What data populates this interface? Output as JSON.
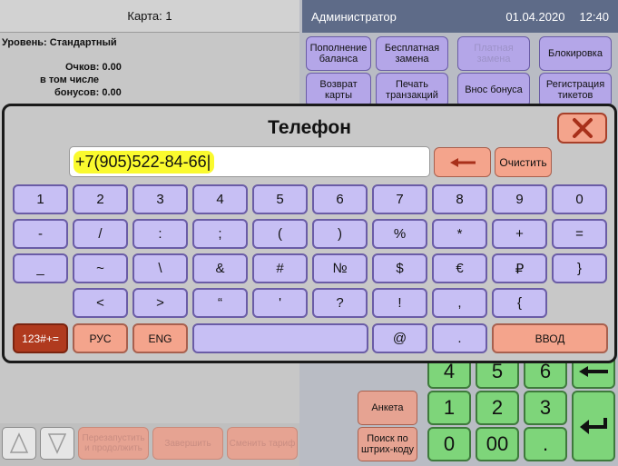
{
  "left": {
    "header": "Карта: 1",
    "level": "Уровень: Стандартный",
    "points": "Очков: 0.00",
    "including": "в том числе",
    "bonuses": "бонусов: 0.00",
    "footer_buttons": [
      "Перезапустить и продолжить",
      "Завершить",
      "Сменить тариф"
    ]
  },
  "right": {
    "user": "Администратор",
    "date": "01.04.2020",
    "time": "12:40",
    "actions_row1": [
      "Пополнение баланса",
      "Бесплатная замена",
      "Платная замена",
      "Блокировка"
    ],
    "actions_row2": [
      "Возврат карты",
      "Печать транзакций",
      "Внос бонуса",
      "Регистрация тикетов"
    ],
    "anketa": "Анкета",
    "barcode_search": "Поиск по штрих-коду",
    "numpad_row1": [
      "4",
      "5",
      "6"
    ],
    "numpad_row2": [
      "1",
      "2",
      "3"
    ],
    "numpad_row3": [
      "0",
      "00",
      "."
    ]
  },
  "dialog": {
    "title": "Телефон",
    "phone_value": "+7(905)522-84-66|",
    "clear_label": "Очистить",
    "rows": [
      [
        "1",
        "2",
        "3",
        "4",
        "5",
        "6",
        "7",
        "8",
        "9",
        "0"
      ],
      [
        "-",
        "/",
        ":",
        ";",
        "(",
        ")",
        "%",
        "*",
        "+",
        "="
      ],
      [
        "_",
        "~",
        "\\",
        "&",
        "#",
        "№",
        "$",
        "€",
        "₽",
        "}"
      ],
      [
        "<",
        ">",
        "“",
        "'",
        "?",
        "!",
        ",",
        "{"
      ]
    ],
    "mode_123": "123#+=",
    "mode_rus": "РУС",
    "mode_eng": "ENG",
    "at_key": "@",
    "dot_key": ".",
    "enter_label": "ВВОД"
  },
  "colors": {
    "accent_purple": "#c7bff4",
    "accent_salmon": "#f4a48c",
    "key_green": "#7ed57a",
    "highlight": "#fafa2e",
    "header_blue": "#5e6b88"
  }
}
